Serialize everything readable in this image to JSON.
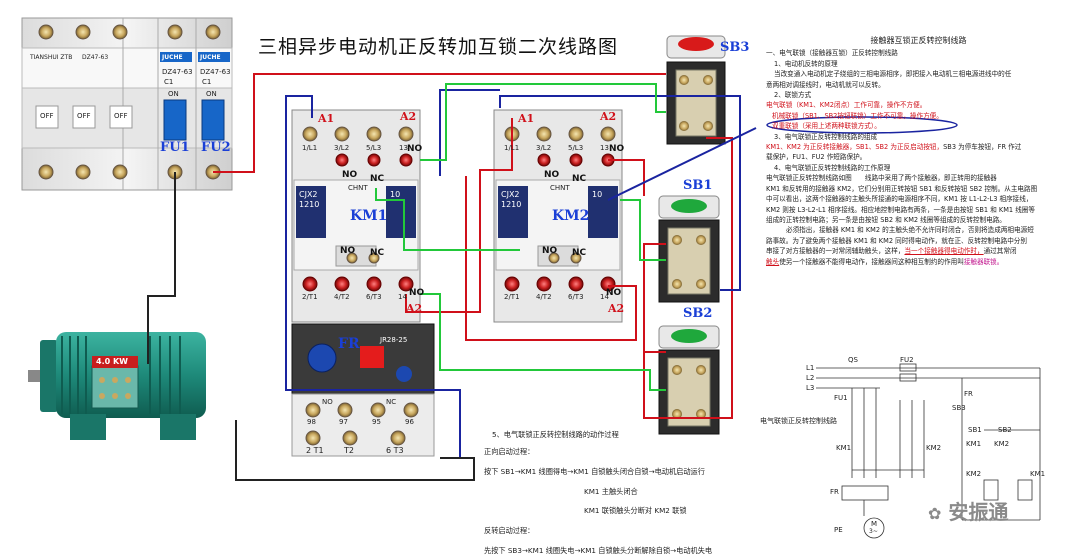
{
  "title": "三相异步电动机正反转加互锁二次线路图",
  "labels": {
    "fu1": "FU1",
    "fu2": "FU2",
    "km1": "KM1",
    "km2": "KM2",
    "fr": "FR",
    "sb1": "SB1",
    "sb2": "SB2",
    "sb3": "SB3",
    "a1": "A1",
    "a2": "A2",
    "no": "NO",
    "nc": "NC",
    "motor_power": "4.0 KW",
    "cjx2_line1": "CJX2",
    "cjx2_line2": "1210",
    "chnt": "CHNT",
    "breaker_brand1": "TIANSHUI ZTB",
    "breaker_brand2": "JUCHE",
    "breaker_model": "DZ47-63",
    "breaker_rating": "C1",
    "breaker_on": "ON",
    "breaker_off": "OFF",
    "fr_model": "JR28-25",
    "term_top": [
      "1/L1",
      "3/L2",
      "5/L3",
      "13"
    ],
    "term_bottom": [
      "2/T1",
      "4/T2",
      "6/T3",
      "14"
    ],
    "fr_terms_top": [
      "98",
      "97",
      "95",
      "96"
    ],
    "fr_terms_bottom": [
      "2 T1",
      "T2",
      "6 T3"
    ],
    "fr_nc": "NC",
    "fr_no": "NO",
    "ten": "10",
    "watermark": "安振通"
  },
  "explanation": {
    "heading": "接触器互锁正反转控制线路",
    "l1": "一、电气联锁（接触器互锁）正反转控制线路",
    "l2": "1、电动机反转的原理",
    "l3": "当改变通入电动机定子绕组的三相电源相序，即把接入电动机三相电源进线中的任",
    "l4": "意两相对调接线时，电动机就可以反转。",
    "l5": "2、联锁方式",
    "l6": "电气联锁（KM1、KM2闭点）工作可靠，操作不方便。",
    "l7": "机械联锁（SB1、SB2按钮联锁）工作不可靠，操作方便。",
    "l8": "双重联锁（采用上述两种联锁方式）。",
    "l9": "3、电气联锁正反转控制线路的组成",
    "l10a": "KM1、KM2 为正反转接触器，SB1、SB2 为正反启动按钮，",
    "l10b": "SB3 为停车按钮，FR 作过",
    "l11": "载保护，FU1、FU2 作短路保护。",
    "l12": "4、电气联锁正反转控制线路的工作原理",
    "l13": "电气联锁正反转控制线路如图　　线路中采用了两个接触器，即正转用的接触器",
    "l14": "KM1 和反转用的接触器 KM2，它们分别用正转按钮 SB1 和反转按钮 SB2 控制。从主电路图",
    "l15": "中可以看出，这两个接触器的主触头所接通的电源相序不同，KM1 按 L1-L2-L3 相序接线，",
    "l16": "KM2 则按 L3-L2-L1 相序接线。相应地控制电路有两条，一条是由按钮 SB1 和 KM1 线圈等",
    "l17": "组成的正转控制电路；另一条是由按钮 SB2 和 KM2 线圈等组成的反转控制电路。",
    "l18": "必须指出，接触器 KM1 和 KM2 的主触头绝不允许同时闭合，否则将造成两相电源短",
    "l19": "路事故。为了避免两个接触器 KM1 和 KM2 同时得电动作，就在正、反转控制电路中分别",
    "l20a": "串接了对方接触器的一对常闭辅助触头，这样，",
    "l20b": "当一个接触器得电动作时，",
    "l20c": "通过其常闭",
    "l21a": "触头",
    "l21b": "使另一个接触器不能得电动作，接触器间这种相互制约的作用叫",
    "l21c": "接触器联锁。"
  },
  "process": {
    "heading": "5、电气联锁正反转控制线路的动作过程",
    "forward": "正向启动过程：",
    "step1": "按下 SB1→KM1 线圈得电→KM1 自锁触头闭合自锁→电动机启动运行",
    "step2": "KM1 主触头闭合",
    "step3": "KM1 联锁触头分断对 KM2 联锁",
    "reverse": "反转启动过程：",
    "step4": "先按下 SB3→KM1 线圈失电→KM1 自锁触头分断解除自锁→电动机失电"
  },
  "schematic": {
    "caption": "电气联锁正反转控制线路",
    "qs": "QS",
    "fu2": "FU2",
    "l1": "L1",
    "l2": "L2",
    "l3": "L3",
    "fu1": "FU1",
    "fr": "FR",
    "sb3": "SB3",
    "sb1": "SB1",
    "sb2": "SB2",
    "km1": "KM1",
    "km2": "KM2",
    "km1b": "KM1",
    "km2b": "KM2",
    "km2c": "KM2",
    "km1c": "KM1",
    "frb": "FR",
    "m": "M",
    "m3": "3~",
    "pe": "PE"
  },
  "colors": {
    "wire_red": "#d0101a",
    "wire_blue": "#1a24a0",
    "wire_green": "#22c83a",
    "wire_black": "#222222",
    "motor": "#1e8a7a",
    "label_blue": "#1a3fd6"
  }
}
